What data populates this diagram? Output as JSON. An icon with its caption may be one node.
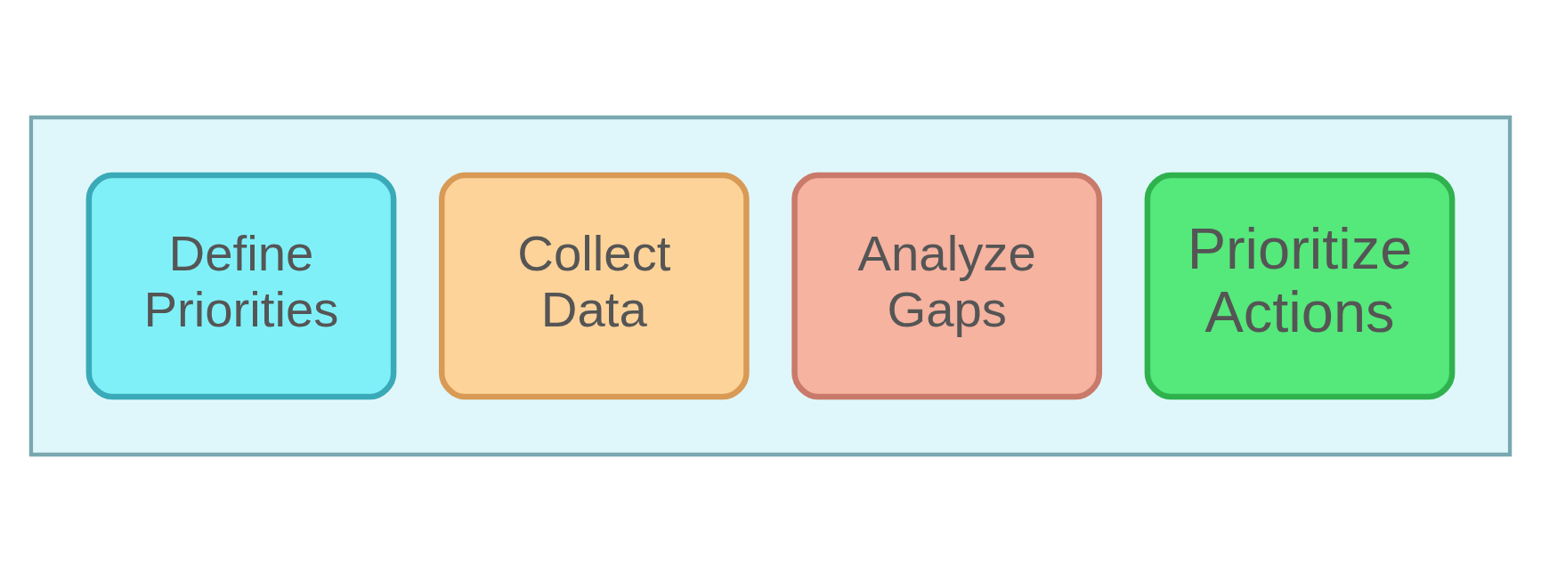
{
  "diagram": {
    "nodes": [
      {
        "text": [],
        "shape": "arrow"
      },
      {
        "text": [
          "Define Priorities"
        ],
        "in": 0
      },
      {
        "text": [
          "Collect Data"
        ],
        "in": 0
      },
      {
        "text": [
          "Analyze Gaps"
        ],
        "in": 0
      },
      {
        "text": [
          "Prioritize Actions"
        ],
        "in": 0
      }
    ],
    "edges": []
  }
}
